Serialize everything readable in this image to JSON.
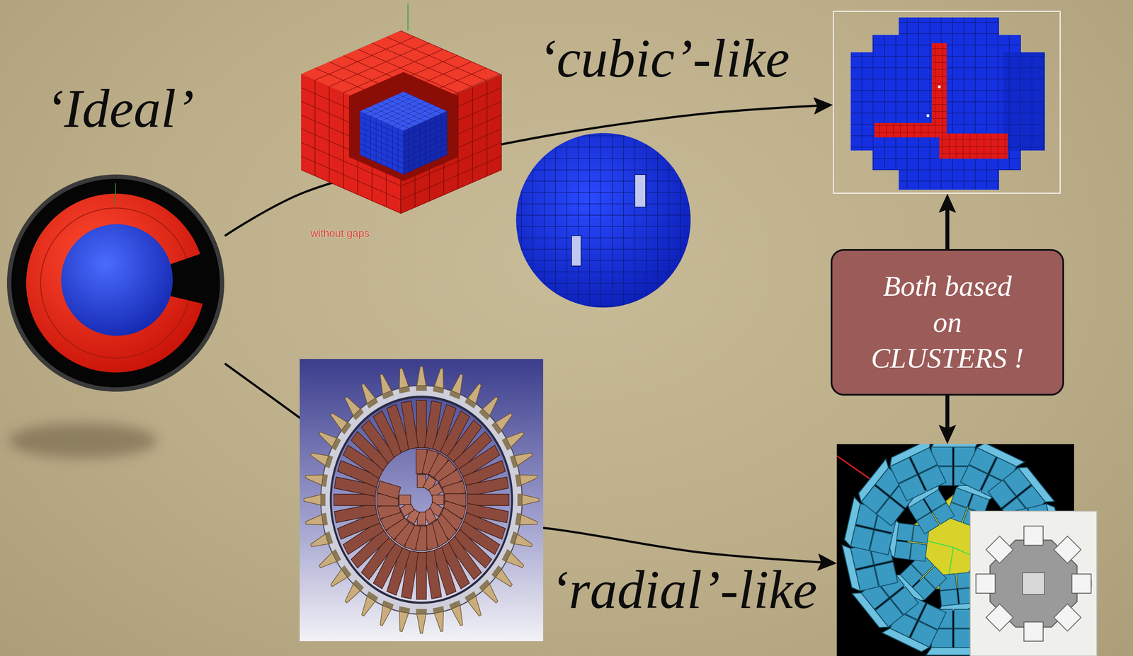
{
  "diagram": {
    "nodes": [
      {
        "text": [
          "‘Ideal’"
        ]
      },
      {
        "text": []
      },
      {
        "text": [
          "Both based on CLUSTERS !"
        ]
      },
      {
        "text": []
      }
    ],
    "edges": [
      {
        "from": 0,
        "to": 1,
        "arrow": "to",
        "label": "‘cubic’-like"
      },
      {
        "from": 0,
        "to": 3,
        "arrow": "to",
        "label": "‘radial’-like"
      },
      {
        "from": 2,
        "to": 1,
        "arrow": "to"
      },
      {
        "from": 2,
        "to": 3,
        "arrow": "to"
      }
    ],
    "labels": [
      "without gaps"
    ]
  }
}
